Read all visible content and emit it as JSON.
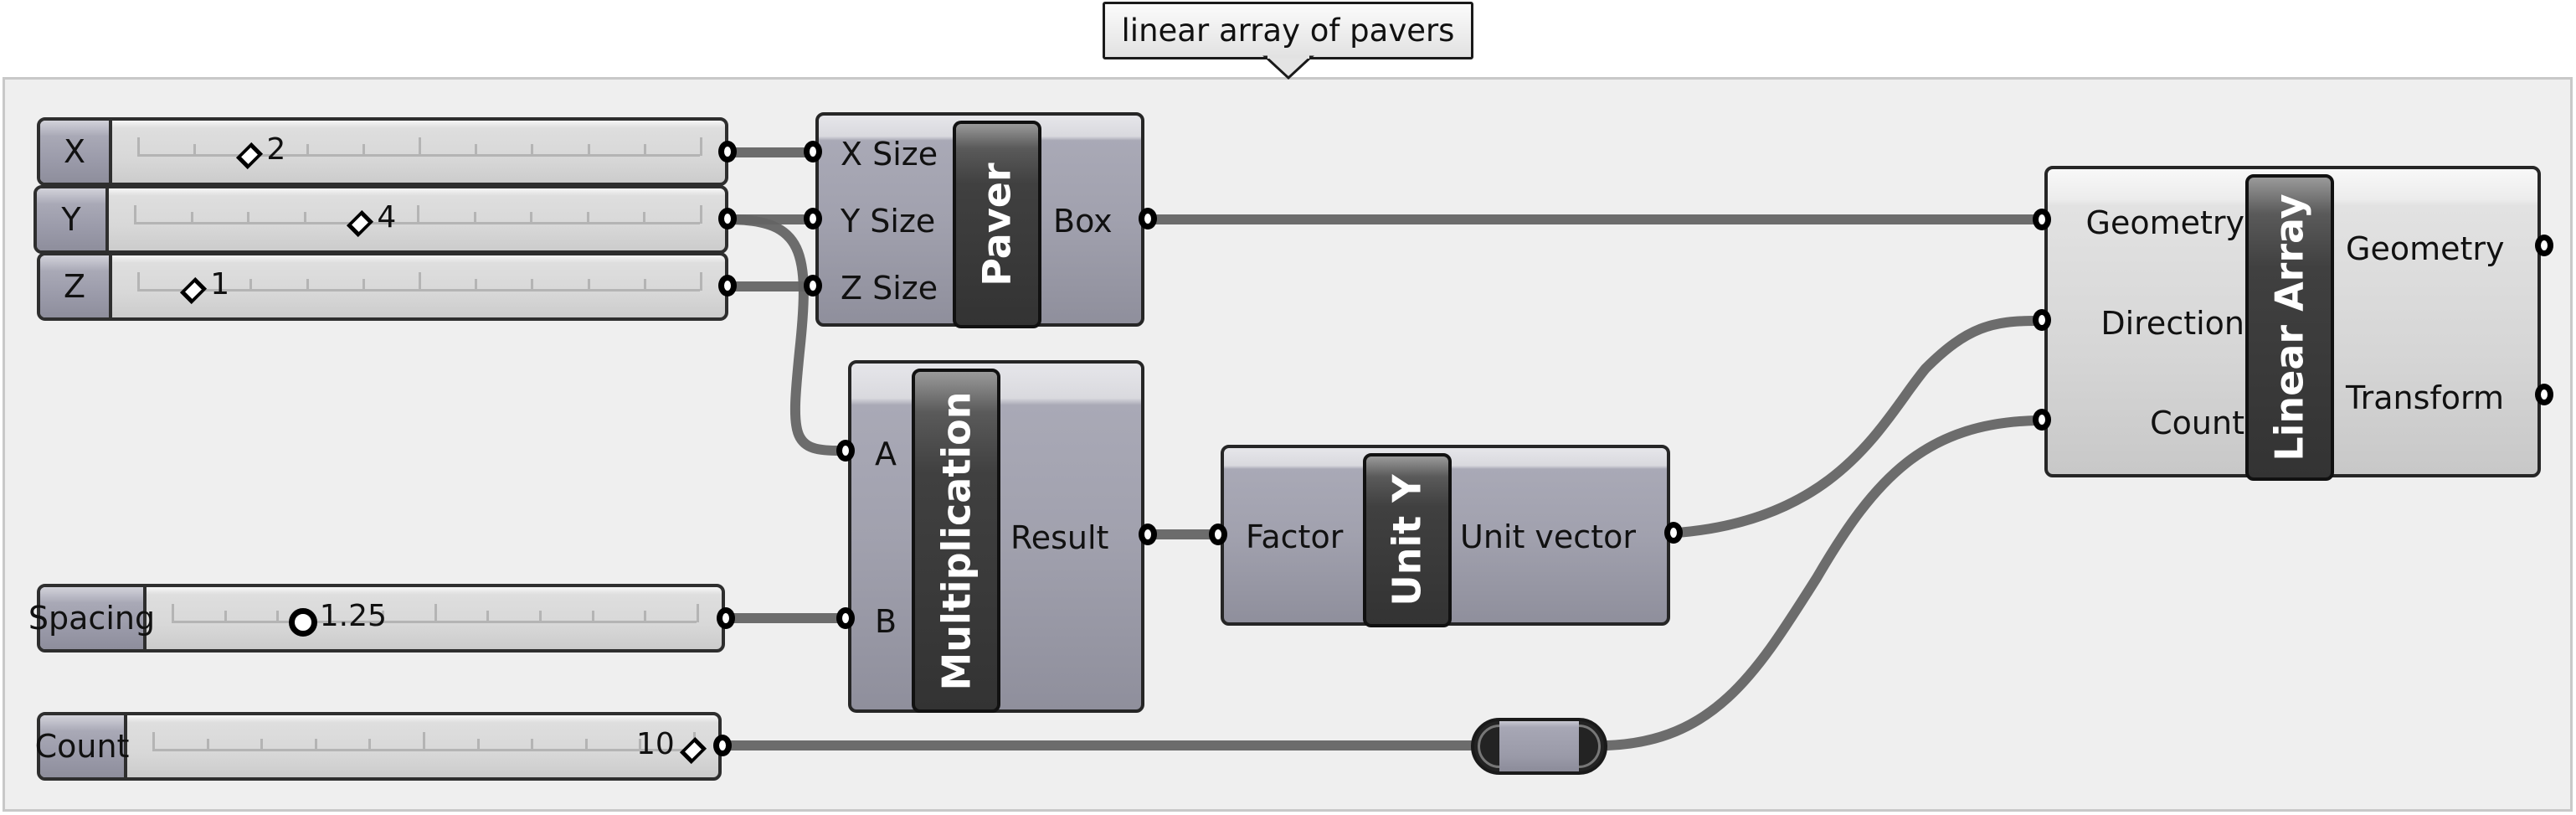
{
  "group": {
    "title": "linear array of pavers"
  },
  "sliders": [
    {
      "id": "x",
      "label": "X",
      "value": "2",
      "fraction": 0.2,
      "handle": "diamond",
      "value_side": "right"
    },
    {
      "id": "y",
      "label": "Y",
      "value": "4",
      "fraction": 0.4,
      "handle": "diamond",
      "value_side": "right"
    },
    {
      "id": "z",
      "label": "Z",
      "value": "1",
      "fraction": 0.1,
      "handle": "diamond",
      "value_side": "right"
    },
    {
      "id": "spacing",
      "label": "Spacing",
      "value": "1.25",
      "fraction": 0.25,
      "handle": "circle",
      "value_side": "right"
    },
    {
      "id": "count",
      "label": "Count",
      "value": "10",
      "fraction": 1.0,
      "handle": "diamond",
      "value_side": "left"
    }
  ],
  "components": {
    "paver": {
      "nickname": "Paver",
      "inputs": [
        "X Size",
        "Y Size",
        "Z Size"
      ],
      "outputs": [
        "Box"
      ]
    },
    "multiplication": {
      "nickname": "Multiplication",
      "inputs": [
        "A",
        "B"
      ],
      "outputs": [
        "Result"
      ]
    },
    "unit_y": {
      "nickname": "Unit Y",
      "inputs": [
        "Factor"
      ],
      "outputs": [
        "Unit vector"
      ]
    },
    "linear_array": {
      "nickname": "Linear Array",
      "inputs": [
        "Geometry",
        "Direction",
        "Count"
      ],
      "outputs": [
        "Geometry",
        "Transform"
      ]
    }
  },
  "relay": {
    "name": "relay"
  },
  "wires": [
    {
      "from": "slider.x",
      "to": "paver.X Size"
    },
    {
      "from": "slider.y",
      "to": "paver.Y Size"
    },
    {
      "from": "slider.y",
      "to": "multiplication.A"
    },
    {
      "from": "slider.z",
      "to": "paver.Z Size"
    },
    {
      "from": "slider.spacing",
      "to": "multiplication.B"
    },
    {
      "from": "paver.Box",
      "to": "linear_array.Geometry"
    },
    {
      "from": "multiplication.Result",
      "to": "unit_y.Factor"
    },
    {
      "from": "unit_y.Unit vector",
      "to": "linear_array.Direction"
    },
    {
      "from": "slider.count",
      "to": "relay"
    },
    {
      "from": "relay",
      "to": "linear_array.Count"
    }
  ],
  "colors": {
    "canvas": "#efefef",
    "wire": "#646464",
    "component_body": "#a1a1ae",
    "component_light_body": "#d6d6d6",
    "nickname_box": "#333333"
  }
}
